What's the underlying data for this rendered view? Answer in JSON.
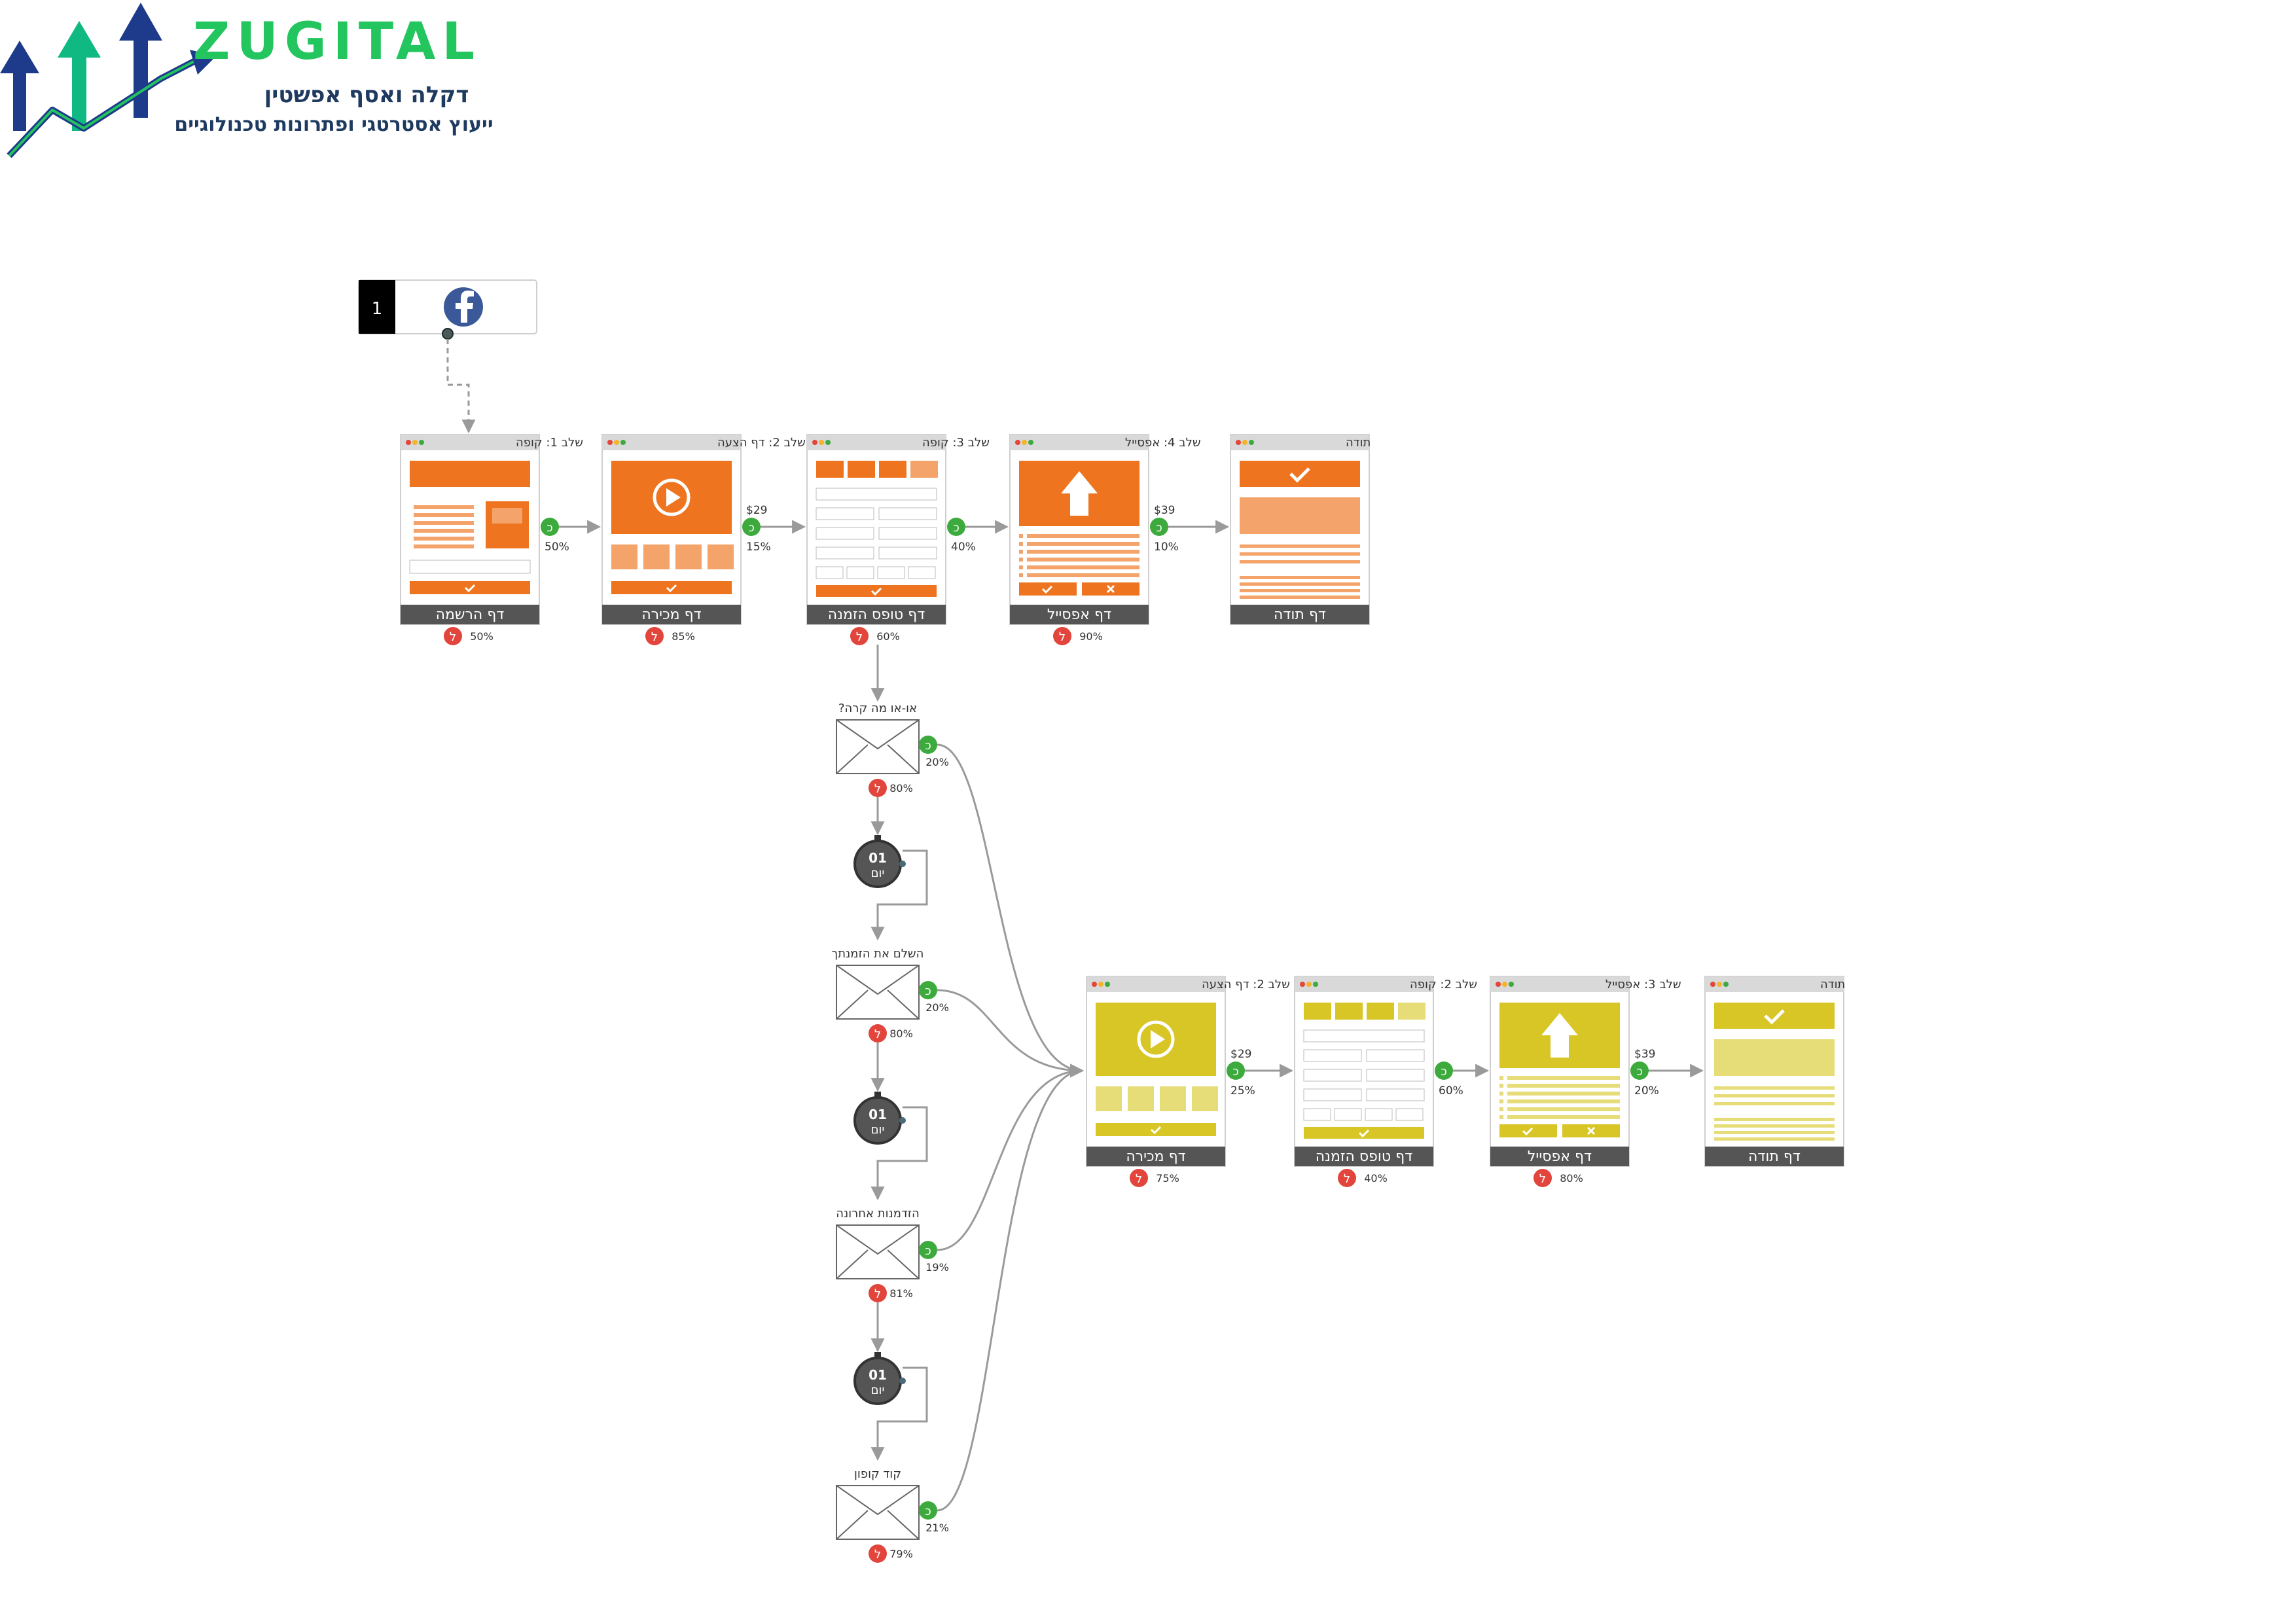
{
  "logo": {
    "brand": "ZUGITAL",
    "names": "דקלה ואסף אפשטין",
    "tagline": "ייעוץ אסטרטגי ופתרונות טכנולוגיים",
    "brand_color": "#22c55e",
    "text_color": "#1e3a5f"
  },
  "source": {
    "number": "1",
    "icon": "facebook-icon"
  },
  "colors": {
    "orange": "#ee7420",
    "orange_light": "#f4a36a",
    "yellow": "#d8c526",
    "yellow_light": "#e6dc78",
    "footer": "#555555",
    "titlebar": "#d9d9d9",
    "yes": "#3daa3d",
    "no": "#e2453c",
    "arrow": "#9a9a9a",
    "text": "#333333"
  },
  "yes_glyph": "כ",
  "no_glyph": "ל",
  "funnel_main": [
    {
      "title": "שלב 1: קופה",
      "label": "דף הרשמה",
      "kind": "optin",
      "no_rate": "50%"
    },
    {
      "title": "שלב 2: דף הצעה",
      "label": "דף מכירה",
      "kind": "sales",
      "no_rate": "85%"
    },
    {
      "title": "שלב 3: קופה",
      "label": "דף טופס הזמנה",
      "kind": "order",
      "no_rate": "60%"
    },
    {
      "title": "שלב 4: אפסייל",
      "label": "דף אפסייל",
      "kind": "upsell",
      "no_rate": "90%"
    },
    {
      "title": "תודה",
      "label": "דף תודה",
      "kind": "thanks",
      "no_rate": ""
    }
  ],
  "main_connectors": [
    {
      "price": "",
      "rate": "50%"
    },
    {
      "price": "$29",
      "rate": "15%"
    },
    {
      "price": "",
      "rate": "40%"
    },
    {
      "price": "$39",
      "rate": "10%"
    }
  ],
  "funnel_retarget": [
    {
      "title": "שלב 2: דף הצעה",
      "label": "דף מכירה",
      "kind": "sales",
      "no_rate": "75%"
    },
    {
      "title": "שלב 2: קופה",
      "label": "דף טופס הזמנה",
      "kind": "order",
      "no_rate": "40%"
    },
    {
      "title": "שלב 3: אפסייל",
      "label": "דף אפסייל",
      "kind": "upsell",
      "no_rate": "80%"
    },
    {
      "title": "תודה",
      "label": "דף תודה",
      "kind": "thanks",
      "no_rate": ""
    }
  ],
  "retarget_connectors": [
    {
      "price": "$29",
      "rate": "25%"
    },
    {
      "price": "",
      "rate": "60%"
    },
    {
      "price": "$39",
      "rate": "20%"
    }
  ],
  "emails": [
    {
      "subject": "או-או מה קרה?",
      "yes_rate": "20%",
      "no_rate": "80%"
    },
    {
      "subject": "השלם את הזמנתך",
      "yes_rate": "20%",
      "no_rate": "80%"
    },
    {
      "subject": "הזדמנות אחרונה",
      "yes_rate": "19%",
      "no_rate": "81%"
    },
    {
      "subject": "קוד קופון",
      "yes_rate": "21%",
      "no_rate": "79%"
    }
  ],
  "timers": [
    {
      "num": "01",
      "unit": "יום"
    },
    {
      "num": "01",
      "unit": "יום"
    },
    {
      "num": "01",
      "unit": "יום"
    }
  ]
}
